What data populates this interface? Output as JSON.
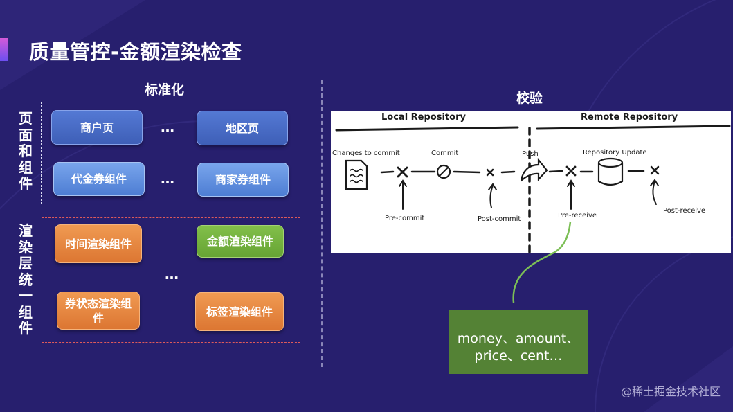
{
  "slide": {
    "title": "质量管控-金额渲染检查",
    "colors": {
      "background": "#271f6e",
      "blue": "#4a6dc6",
      "orange": "#e9853f",
      "green": "#74b13f",
      "note_green": "#548235"
    }
  },
  "left": {
    "heading": "标准化",
    "top_group": {
      "label": "页面和组件",
      "items": [
        "商户页",
        "地区页",
        "代金券组件",
        "商家券组件"
      ],
      "ellipsis": "…"
    },
    "bottom_group": {
      "label": "渲染层统一组件",
      "items": [
        "时间渲染组件",
        "金额渲染组件",
        "券状态渲染组件",
        "标签渲染组件"
      ],
      "ellipsis": "…"
    }
  },
  "right": {
    "heading": "校验",
    "diagram": {
      "local_repo": "Local Repository",
      "remote_repo": "Remote Repository",
      "changes_label": "Changes to commit",
      "commit_label": "Commit",
      "push_label": "Push",
      "repo_update_label": "Repository Update",
      "pre_commit": "Pre-commit",
      "post_commit": "Post-commit",
      "pre_receive": "Pre-receive",
      "post_receive": "Post-receive"
    },
    "note": {
      "line1": "money、amount、",
      "line2": "price、cent…"
    }
  },
  "watermark": "@稀土掘金技术社区"
}
